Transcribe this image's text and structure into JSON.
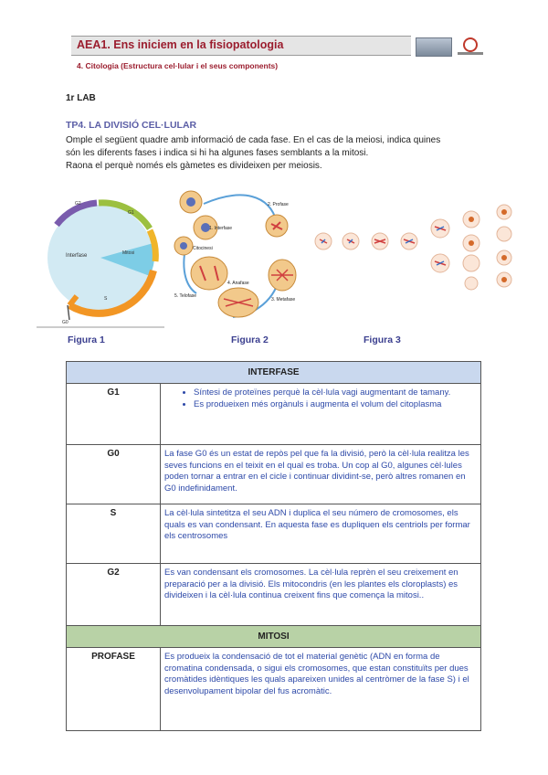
{
  "header": {
    "title": "AEA1. Ens iniciem en la fisiopatologia",
    "subtitle": "4. Citologia (Estructura cel·lular i el seus components)"
  },
  "lab_label": "1r LAB",
  "task_title": "TP4. LA DIVISIÓ CEL·LULAR",
  "instructions": [
    "Omple el següent quadre amb informació de cada fase. En el cas de la meiosi, indica quines",
    "són les diferents fases i indica si hi ha algunes fases semblants a la mitosi.",
    "Raona el perquè només els gàmetes es divideixen per meiosis."
  ],
  "figures": {
    "fig1": {
      "label": "Figura 1",
      "labels": {
        "interfase": "Interfase",
        "mitosi": "Mitosi",
        "g0": "G0",
        "g1": "G1",
        "s": "S",
        "g2": "G2"
      }
    },
    "fig2": {
      "label": "Figura 2",
      "labels": {
        "interfase": "1. Interfase",
        "profase": "2. Profase",
        "citocinesi": "Citocinesi",
        "metafase": "3. Metafase",
        "anafase": "4. Anafase",
        "telofase": "5. Telofase"
      }
    },
    "fig3": {
      "label": "Figura 3"
    }
  },
  "table": {
    "interfase_header": "INTERFASE",
    "mitosi_header": "MITOSI",
    "rows": [
      {
        "phase": "G1",
        "bullets": [
          "Síntesi de proteïnes perquè la cèl·lula vagi augmentant de tamany.",
          "Es produeixen més orgànuls i augmenta el volum del citoplasma"
        ]
      },
      {
        "phase": "G0",
        "text": "La fase G0 és un estat de repòs pel que fa la divisió, però la cèl·lula realitza les seves funcions en el teixit en el qual es troba. Un cop al G0, algunes cèl·lules poden tornar a entrar en el cicle i continuar dividint-se, però altres romanen en G0 indefinidament."
      },
      {
        "phase": "S",
        "text": "La cèl·lula sintetitza el seu ADN i duplica el seu número de cromosomes, els quals es van condensant. En aquesta fase es dupliquen els centriols per formar els centrosomes"
      },
      {
        "phase": "G2",
        "text": "Es van condensant els cromosomes. La cèl·lula reprèn el seu creixement en preparació per a la divisió. Els mitocondris (en les plantes els cloroplasts) es divideixen i la cèl·lula continua creixent fins que comença la mitosi.."
      },
      {
        "phase": "PROFASE",
        "text": "Es produeix la condensació de tot el material genètic (ADN en forma de cromatina condensada, o sigui els cromosomes, que estan constituïts per dues cromàtides idèntiques les quals apareixen unides al centròmer de la fase S) i el desenvolupament bipolar del fus acromàtic."
      }
    ]
  },
  "colors": {
    "title_red": "#9b1d2e",
    "link_blue": "#2d49a8",
    "interfase_bg": "#c9d8ee",
    "mitosi_bg": "#b8d2a6"
  }
}
